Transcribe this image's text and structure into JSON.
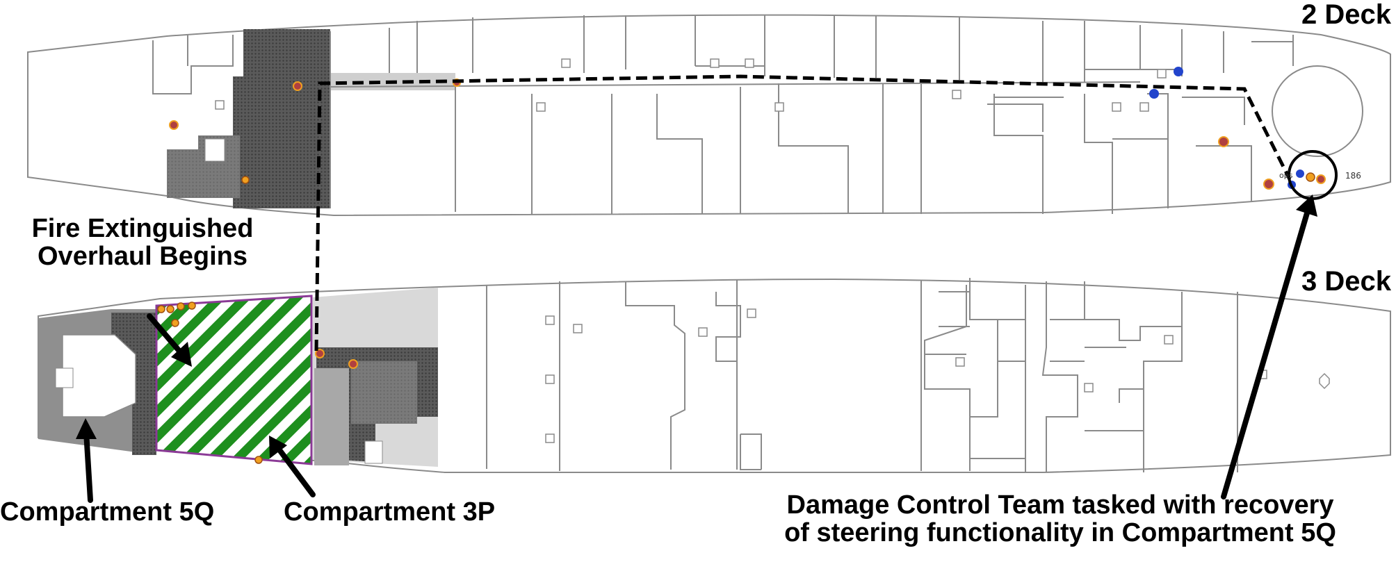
{
  "decks": {
    "upper": "2 Deck",
    "lower": "3 Deck"
  },
  "callouts": {
    "fire_line1": "Fire Extinguished",
    "fire_line2": "Overhaul Begins",
    "compartment_5q": "Compartment 5Q",
    "compartment_3p": "Compartment 3P",
    "dct_line1": "Damage Control Team tasked with recovery",
    "dct_line2": "of steering functionality in Compartment 5Q"
  },
  "small_labels": {
    "frame_number": "186",
    "near_target": "ops"
  },
  "colors": {
    "outline": "#8a8a8a",
    "dark_fill": "#4a4a4a",
    "mid_fill": "#777777",
    "light_fill": "#bdbdbd",
    "hatch_green": "#1e8f1e",
    "boundary_purple": "#8b3a96",
    "marker_orange": "#f0a020",
    "marker_blue": "#2244cc",
    "route": "#000000"
  },
  "icons": [
    "fire-station-icon",
    "sprinkler-icon",
    "team-marker-icon",
    "target-circle-icon",
    "arrow-icon"
  ]
}
